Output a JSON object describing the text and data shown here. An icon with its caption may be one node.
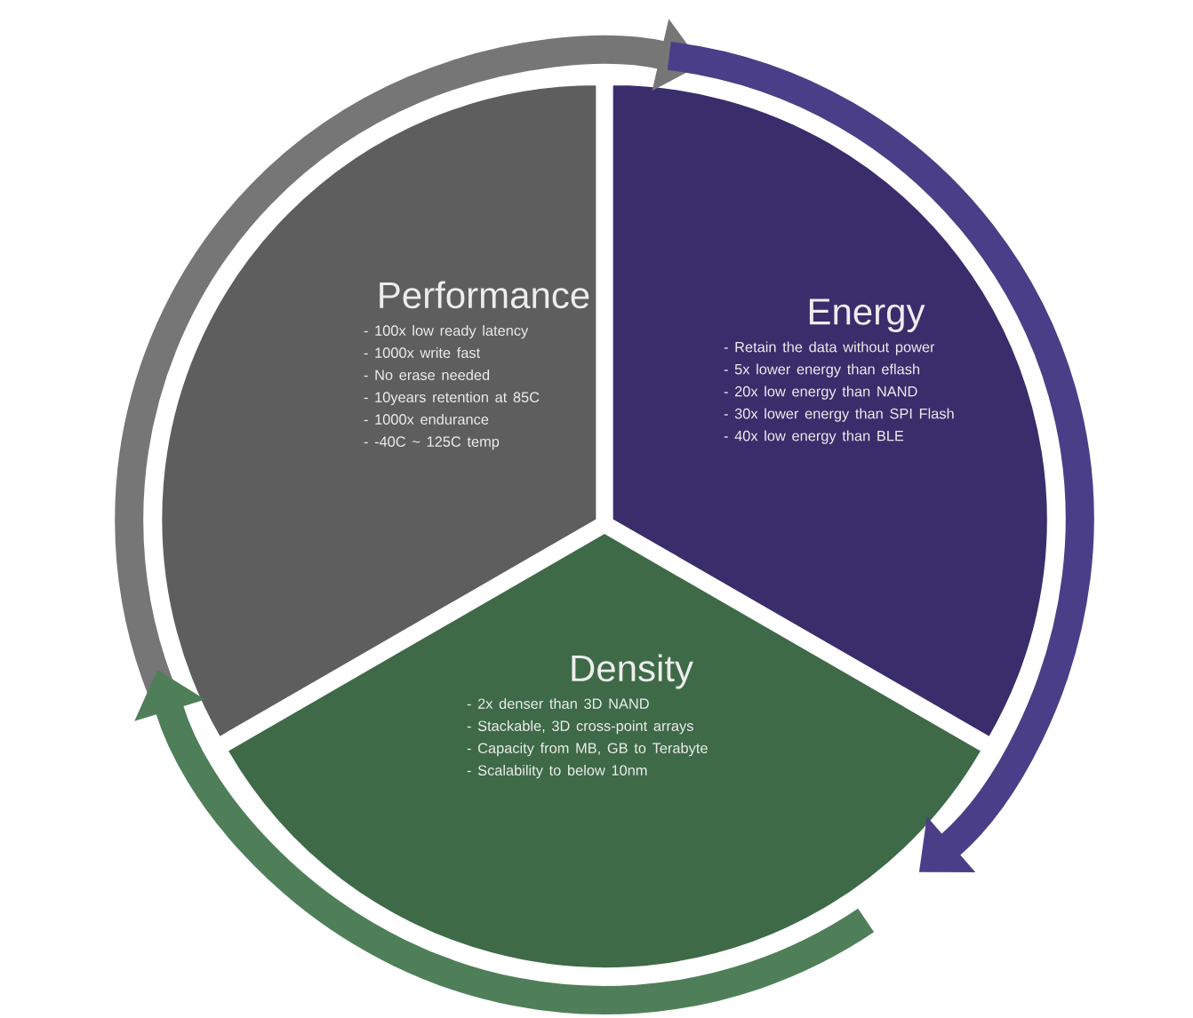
{
  "diagram": {
    "nodes": [
      {
        "text": [
          "Performance",
          "- 100x low ready latency",
          "- 1000x write fast",
          "- No erase needed",
          "- 10years retention at 85C",
          "- 1000x endurance",
          "- -40C ~ 125C temp"
        ]
      },
      {
        "text": [
          "Energy",
          "- Retain the data without power",
          "- 5x lower energy than eflash",
          "- 20x low energy than NAND",
          "- 30x lower energy than SPI Flash",
          "- 40x low energy than BLE"
        ]
      },
      {
        "text": [
          "Density",
          "- 2x denser than 3D NAND",
          "- Stackable, 3D cross-point arrays",
          "- Capacity from MB, GB to Terabyte",
          "- Scalability to below 10nm"
        ]
      }
    ],
    "edges": [
      {
        "from": 0,
        "to": 1,
        "arrow": "to"
      },
      {
        "from": 1,
        "to": 2,
        "arrow": "to"
      },
      {
        "from": 2,
        "to": 0,
        "arrow": "to"
      }
    ]
  }
}
